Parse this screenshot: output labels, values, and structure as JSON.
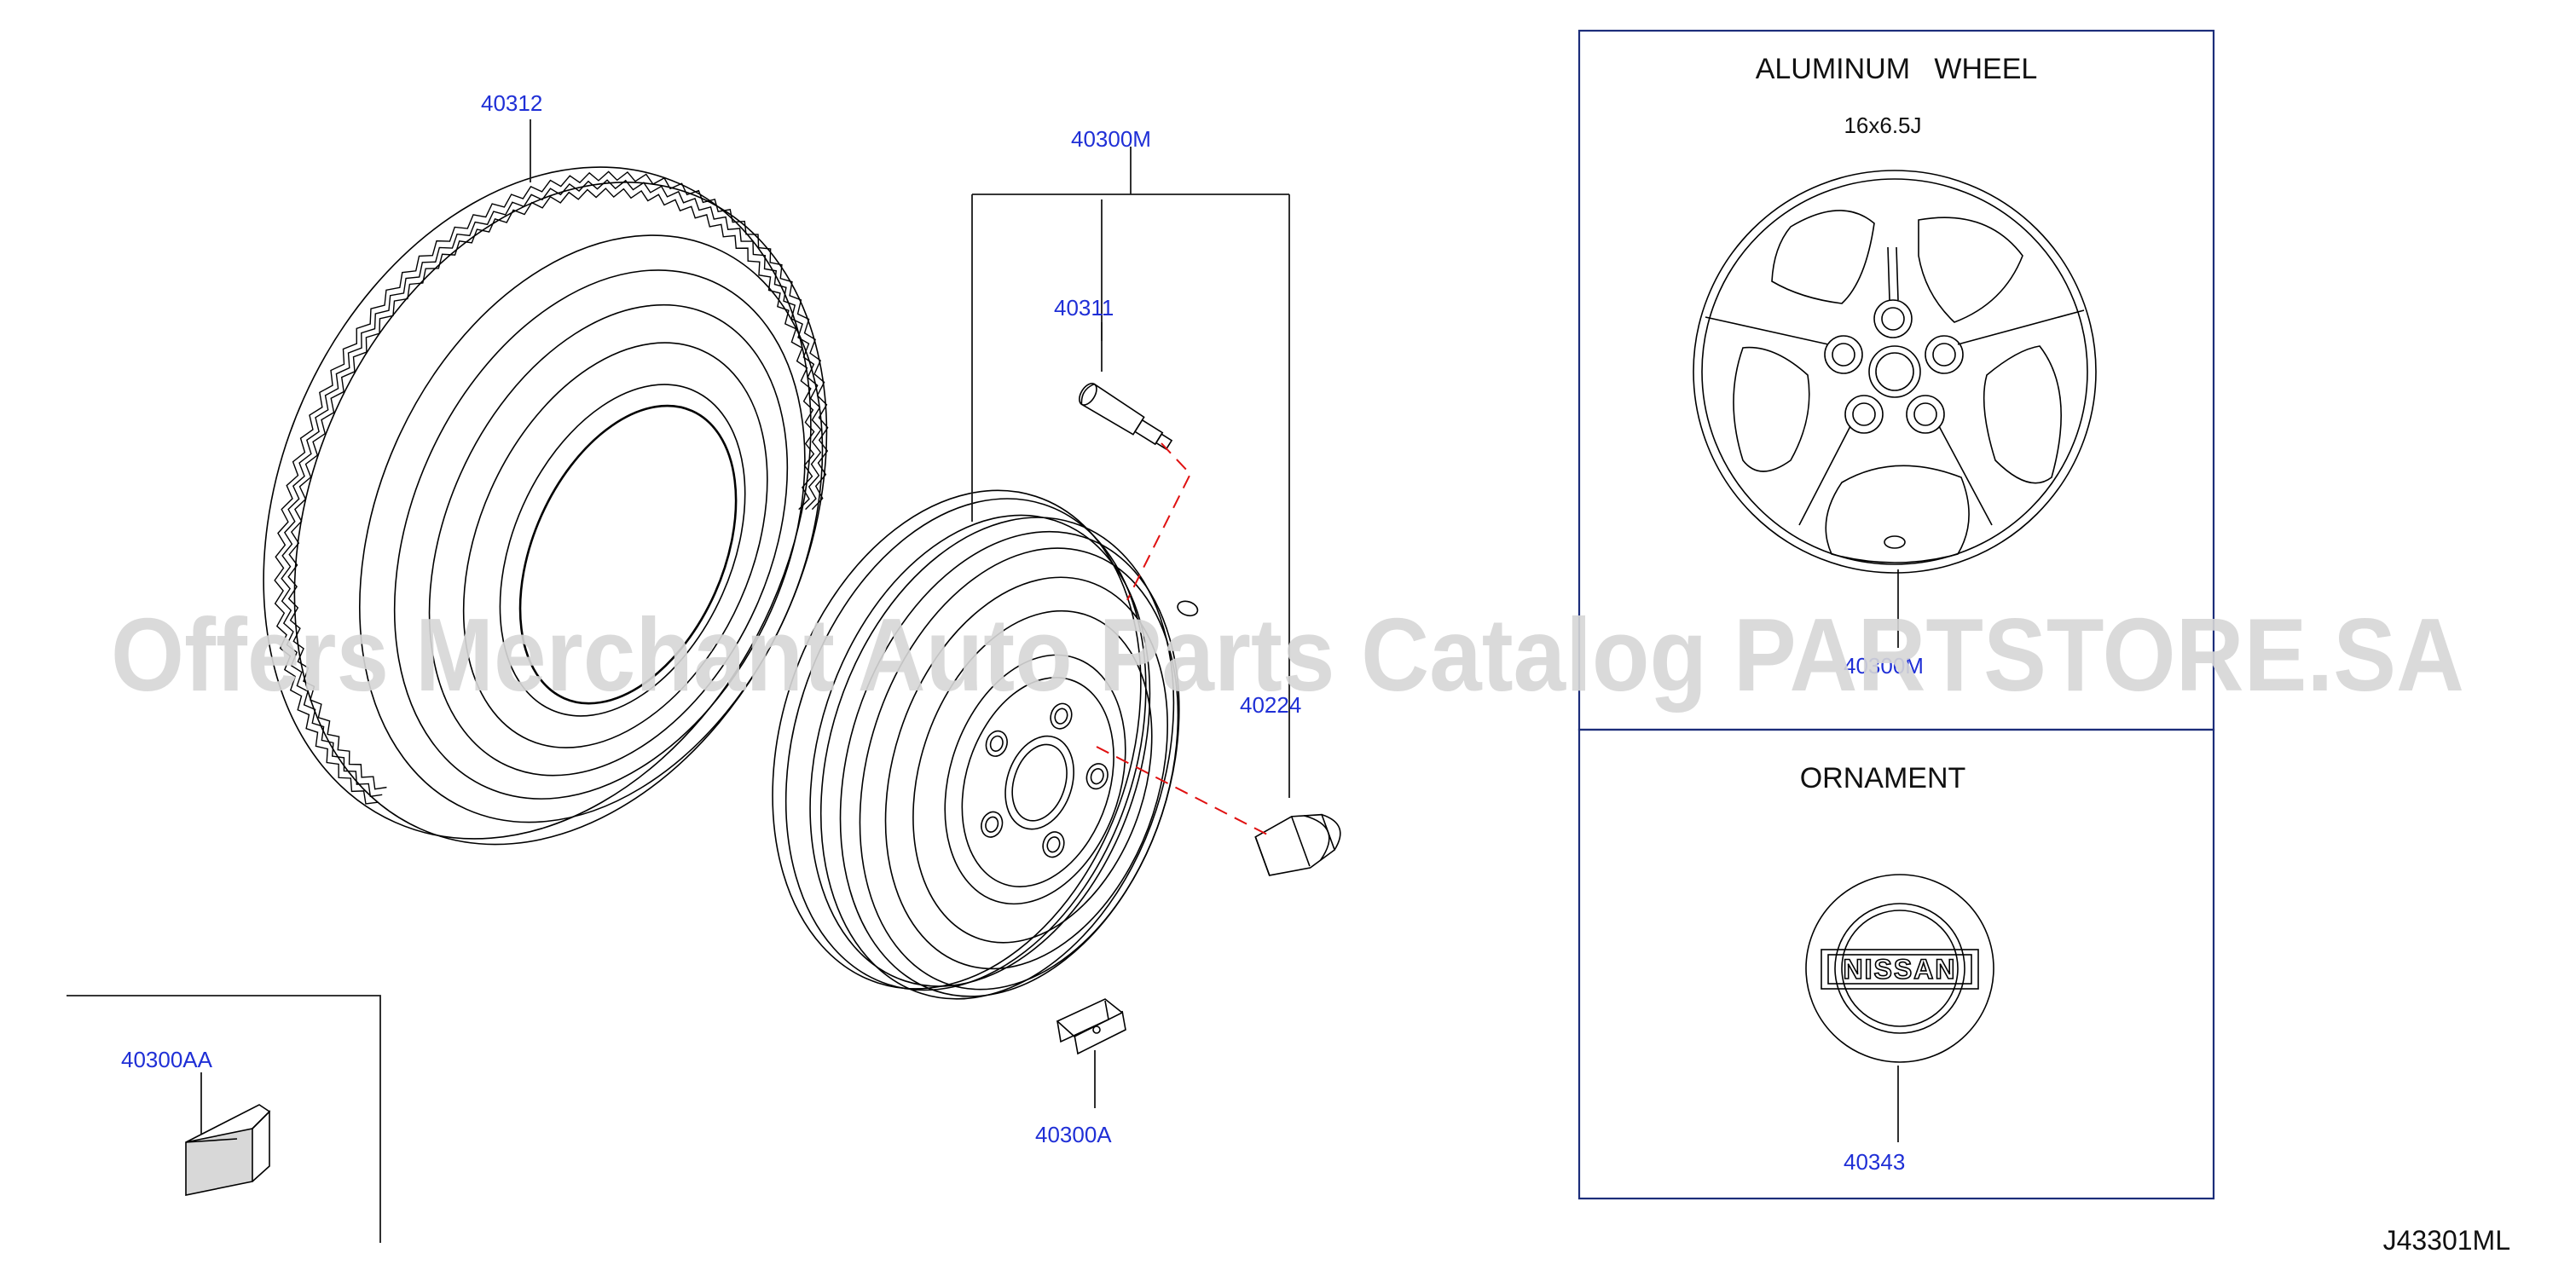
{
  "parts": {
    "tire": "40312",
    "wheel_assembly": "40300M",
    "valve": "40311",
    "nut": "40224",
    "weight": "40300A",
    "weight_alt": "40300AA",
    "alloy_wheel": "40300M",
    "ornament": "40343"
  },
  "boxes": {
    "aluminum_wheel_title": "ALUMINUM   WHEEL",
    "aluminum_wheel_size": "16x6.5J",
    "ornament_title": "ORNAMENT",
    "badge_text": "NISSAN"
  },
  "diagram_code": "J43301ML",
  "watermark": "Offers Merchant Auto Parts Catalog PARTSTORE.SA",
  "colors": {
    "label_blue": "#1f2fd6",
    "frame_navy": "#1c2d7a",
    "dash_red": "#e01010",
    "watermark_gray": "#d7d7d7"
  }
}
